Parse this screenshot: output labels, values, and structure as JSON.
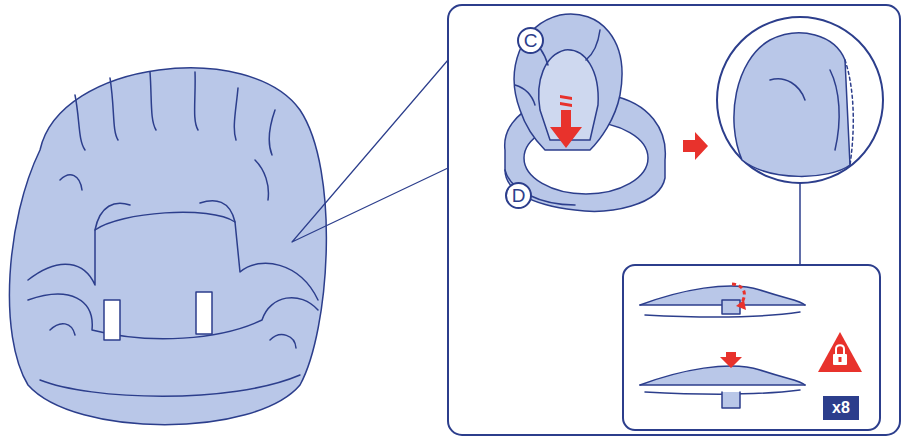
{
  "diagram": {
    "labels": [
      "C",
      "D",
      "x8"
    ]
  }
}
